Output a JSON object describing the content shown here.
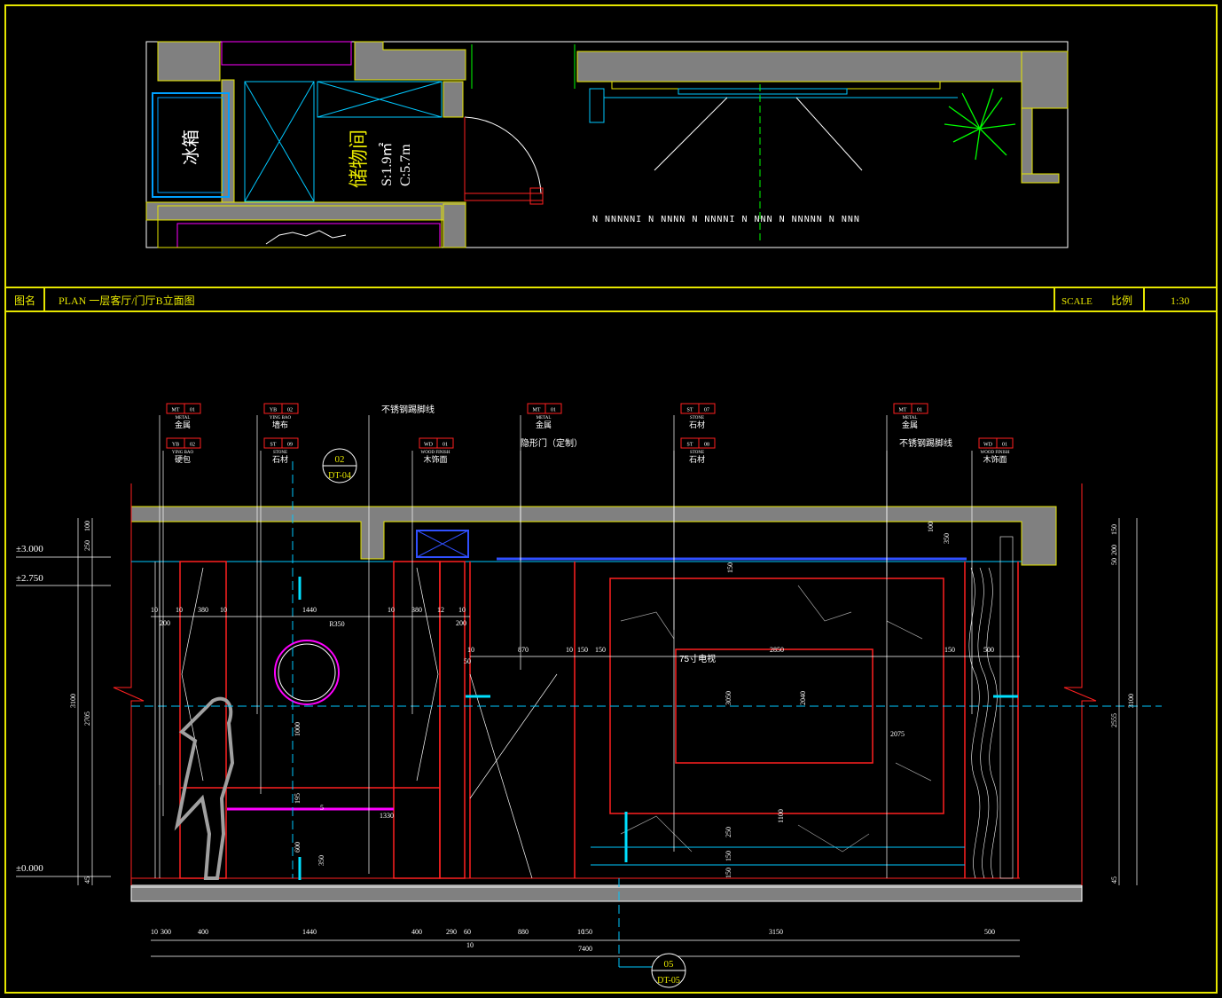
{
  "title_bar": {
    "name_label": "图名",
    "drawing_title": "PLAN  一层客厅/门厅B立面图",
    "scale_label": "SCALE",
    "scale_cn": "比例",
    "scale_value": "1:30"
  },
  "plan": {
    "fridge": "冰箱",
    "storage_room": "储物间",
    "area": "S:1.9㎡",
    "perimeter": "C:5.7m"
  },
  "levels": [
    "±3.000",
    "±2.750",
    "±0.000"
  ],
  "callouts": {
    "top": {
      "number": "02",
      "sheet": "DT-04"
    },
    "bottom": {
      "number": "05",
      "sheet": "DT-05"
    }
  },
  "material_tags": [
    {
      "code": "MT",
      "num": "01",
      "en": "METAL",
      "cn": "金属"
    },
    {
      "code": "YB",
      "num": "02",
      "en": "YING BAO",
      "cn": "硬包"
    },
    {
      "code": "YB",
      "num": "02",
      "en": "YING BAO",
      "cn": "墙布"
    },
    {
      "code": "ST",
      "num": "09",
      "en": "STONE",
      "cn": "石材"
    },
    {
      "code": "WD",
      "num": "01",
      "en": "WOOD FINISH",
      "cn": "木饰面"
    },
    {
      "code": "MT",
      "num": "01",
      "en": "METAL",
      "cn": "金属"
    },
    {
      "code": "ST",
      "num": "07",
      "en": "STONE",
      "cn": "石材"
    },
    {
      "code": "ST",
      "num": "08",
      "en": "STONE",
      "cn": "石材"
    },
    {
      "code": "MT",
      "num": "01",
      "en": "METAL",
      "cn": "金属"
    },
    {
      "code": "WD",
      "num": "01",
      "en": "WOOD FINISH",
      "cn": "木饰面"
    }
  ],
  "notes": [
    "不锈钢踢脚线",
    "隐形门（定制）",
    "不锈钢踢脚线",
    "75寸电视"
  ],
  "dimensions": {
    "bottom_row": [
      "10",
      "300",
      "400",
      "1440",
      "400",
      "290",
      "60",
      "880",
      "10",
      "150",
      "3150",
      "500"
    ],
    "total": "7400",
    "small": "10",
    "upper_row": [
      "10",
      "10",
      "380",
      "10",
      "1440",
      "10",
      "380",
      "12",
      "10",
      "200",
      "200"
    ],
    "mid_row": [
      "10",
      "50",
      "870",
      "10",
      "150",
      "150",
      "2850",
      "150",
      "500",
      "2075"
    ],
    "left_stack": [
      "100",
      "250",
      "3100",
      "2705",
      "45"
    ],
    "right_stack": [
      "150",
      "200",
      "50",
      "3100",
      "2555",
      "45"
    ],
    "misc": [
      "R350",
      "1000",
      "195",
      "5",
      "1330",
      "600",
      "350",
      "150",
      "3050",
      "2040",
      "1100",
      "250",
      "150",
      "150",
      "350",
      "100"
    ]
  }
}
